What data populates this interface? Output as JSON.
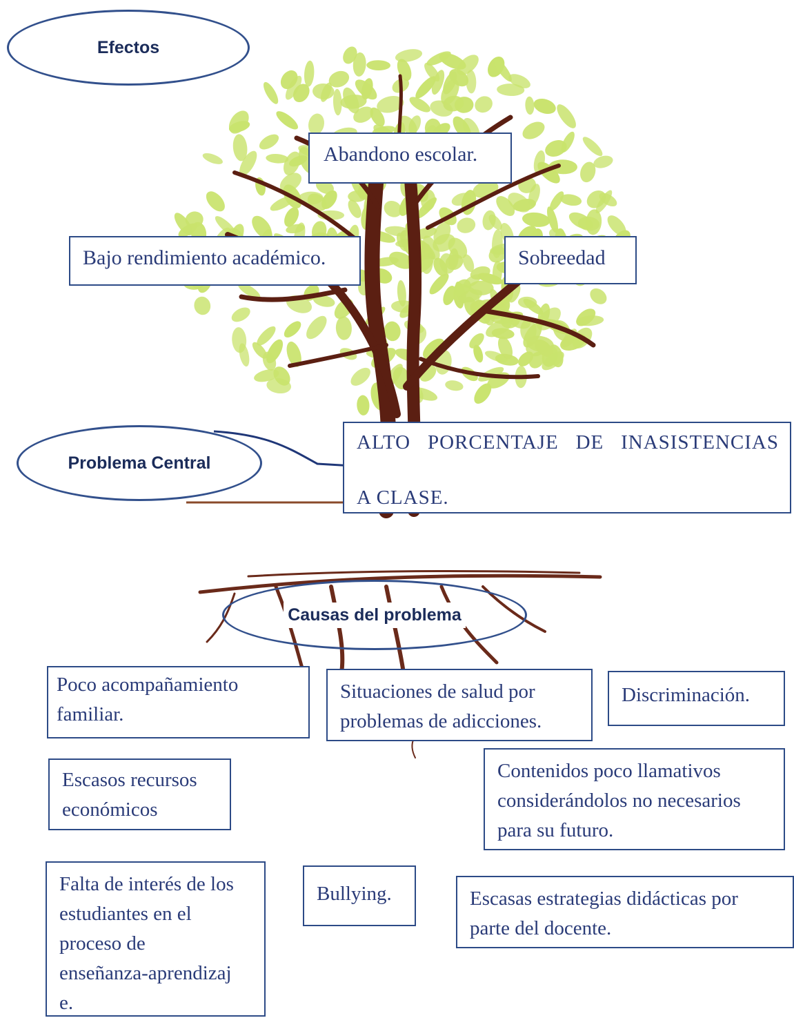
{
  "ovals": {
    "effects_label": "Efectos",
    "central_label": "Problema Central",
    "causes_label": "Causas del problema"
  },
  "effects": {
    "dropout": "Abandono escolar.",
    "low_performance": "Bajo rendimiento académico.",
    "overage": "Sobreedad"
  },
  "central_problem": {
    "line1": "ALTO PORCENTAJE DE INASISTENCIAS",
    "line2": "A CLASE."
  },
  "causes": {
    "family_support": "Poco acompañamiento\nfamiliar.",
    "health_addictions": "Situaciones de salud por\nproblemas de adicciones.",
    "discrimination": "Discriminación.",
    "economic_resources": "Escasos recursos\neconómicos",
    "unappealing_content": "Contenidos poco llamativos\nconsiderándolos no necesarios\npara su futuro.",
    "lack_of_interest": "Falta de interés de los\nestudiantes en el\nproceso de\nenseñanza-aprendizaj\ne.",
    "bullying": "Bullying.",
    "teaching_strategies": "Escasas estrategias didácticas por\nparte del docente."
  },
  "colors": {
    "box_border": "#2c4a86",
    "box_text": "#2a3b78",
    "oval_border": "#32508c",
    "trunk": "#5b1f12",
    "leaf": "#c9e36d"
  }
}
